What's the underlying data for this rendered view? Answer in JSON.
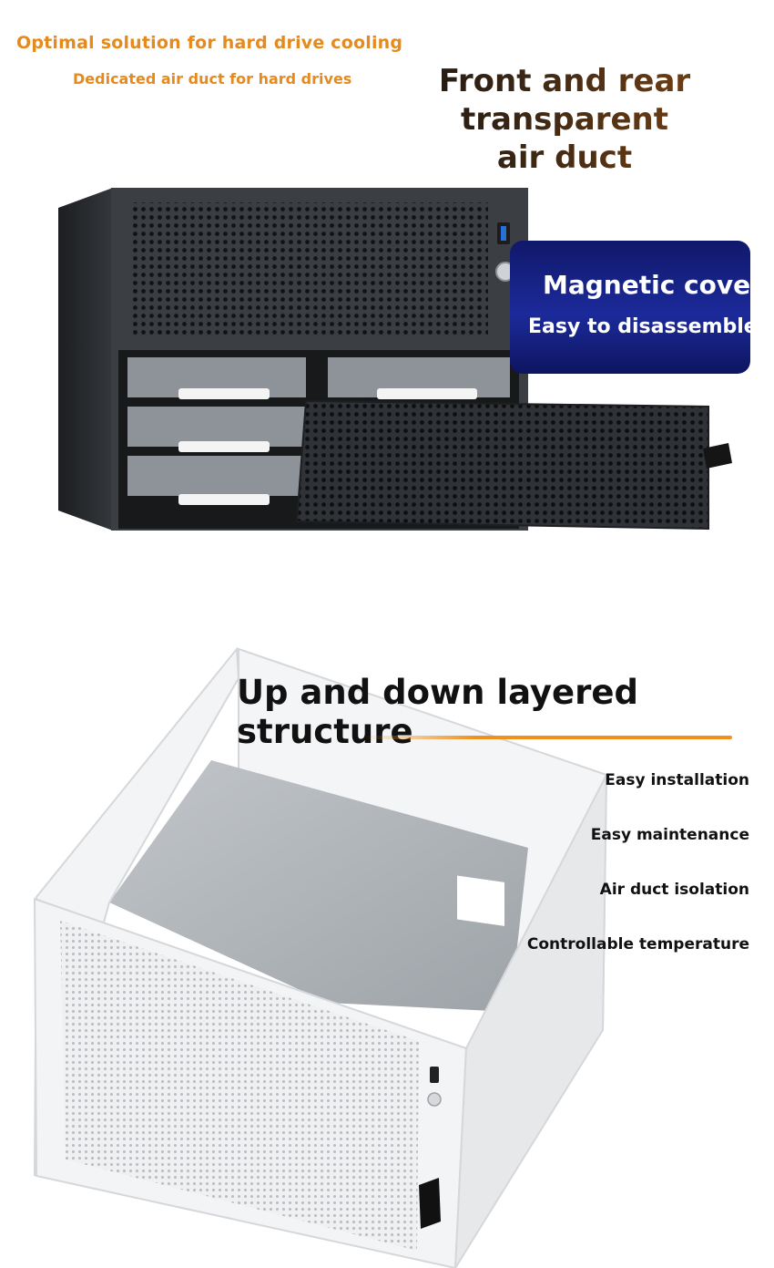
{
  "header": {
    "line1": "Optimal solution for hard drive cooling",
    "line2": "Dedicated air duct for hard drives",
    "title_line1": "Front and rear transparent",
    "title_line2": "air duct"
  },
  "banner": {
    "line1": "Magnetic cover",
    "line2": "Easy to disassemble",
    "color": "#1c2a9a"
  },
  "section2": {
    "title": "Up and down layered structure",
    "features": [
      "Easy installation",
      "Easy maintenance",
      "Air duct isolation",
      "Controllable temperature"
    ]
  },
  "colors": {
    "accent": "#E58A1F",
    "case_black": "#2c2f33",
    "case_white": "#f2f3f4"
  }
}
